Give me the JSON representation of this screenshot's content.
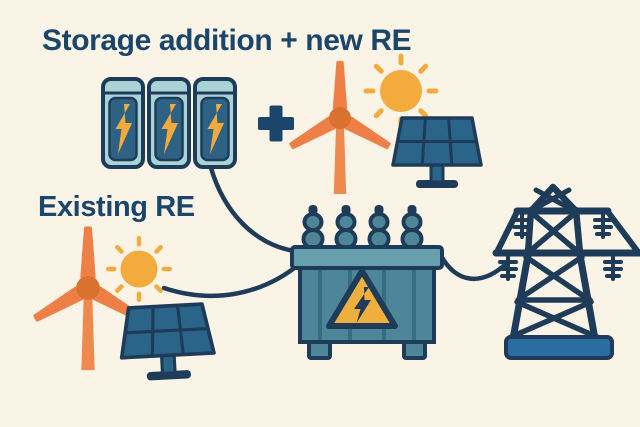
{
  "scene": {
    "title": "Storage addition + new RE",
    "existing_label": "Existing RE",
    "plus_sign": "+"
  },
  "palette": {
    "background": "#faf4e6",
    "outline_navy": "#1e3c59",
    "text_navy": "#1b466b",
    "turbine_orange": "#ee8047",
    "turbine_hub_orange": "#d9712f",
    "sun_yellow": "#f2ab3c",
    "battery_shell_teal": "#a9d3d4",
    "battery_cell_blue": "#2d6285",
    "bolt_yellow": "#f5a93b",
    "solar_panel_blue": "#2a6488",
    "transformer_teal": "#4d8698",
    "transformer_lid_teal": "#66a0ae",
    "warning_yellow": "#efaf3f",
    "tower_base_blue": "#2a6da0"
  },
  "components": {
    "storage_group": {
      "label": "Storage addition + new RE",
      "items": [
        "battery",
        "battery",
        "battery",
        "plus-sign",
        "wind-turbine",
        "sun",
        "solar-panel"
      ]
    },
    "existing_group": {
      "label": "Existing RE",
      "items": [
        "wind-turbine",
        "sun",
        "solar-panel"
      ]
    },
    "grid_group": {
      "items": [
        "transformer",
        "transmission-tower"
      ]
    },
    "connections": [
      {
        "from": "battery-bank",
        "to": "transformer"
      },
      {
        "from": "existing-re",
        "to": "transformer"
      },
      {
        "from": "transformer",
        "to": "transmission-tower"
      }
    ]
  }
}
